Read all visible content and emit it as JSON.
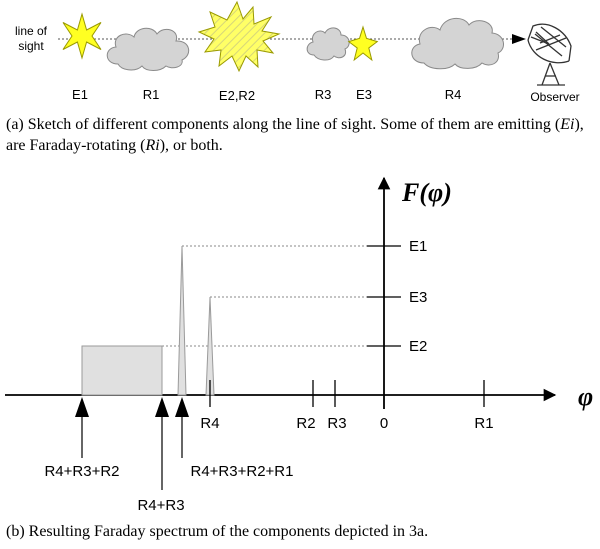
{
  "sketch": {
    "line_of_sight_label_line1": "line of",
    "line_of_sight_label_line2": "sight",
    "components": {
      "e1": "E1",
      "r1": "R1",
      "e2r2": "E2,R2",
      "r3": "R3",
      "e3": "E3",
      "r4": "R4",
      "observer": "Observer"
    }
  },
  "caption_a": {
    "prefix": "(a) Sketch of different components along the line of sight. Some of them are emitting (",
    "emit_sym": "Ei",
    "middle": "), are Faraday-rotating (",
    "rot_sym": "Ri",
    "suffix": "), or both."
  },
  "spectrum": {
    "y_axis_label": "F(φ)",
    "x_axis_label": "φ",
    "y_ticks": [
      "E1",
      "E3",
      "E2"
    ],
    "x_ticks": [
      "R4",
      "R2",
      "R3",
      "0",
      "R1"
    ],
    "sums": [
      "R4+R3+R2",
      "R4+R3",
      "R4+R3+R2+R1"
    ]
  },
  "caption_b": {
    "text": "(b) Resulting Faraday spectrum of the components depicted in 3a."
  },
  "colors": {
    "star_fill": "#ffff22",
    "star_stroke": "#9a9a00",
    "cloud_fill": "#d4d4d4",
    "cloud_stroke": "#8a8a8a",
    "box_fill": "#e0e0e0",
    "box_stroke": "#9a9a9a"
  }
}
